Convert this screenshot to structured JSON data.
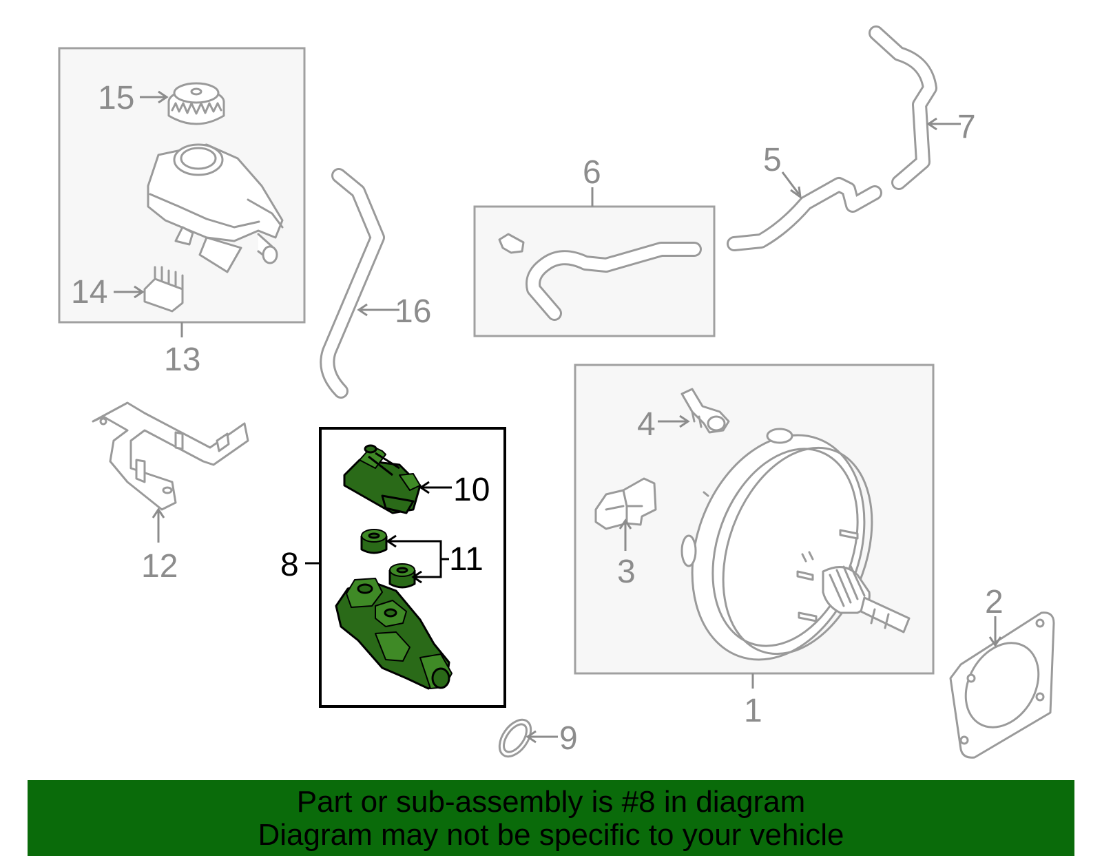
{
  "callouts": {
    "c1": "1",
    "c2": "2",
    "c3": "3",
    "c4": "4",
    "c5": "5",
    "c6": "6",
    "c7": "7",
    "c8": "8",
    "c9": "9",
    "c10": "10",
    "c11": "11",
    "c12": "12",
    "c13": "13",
    "c14": "14",
    "c15": "15",
    "c16": "16"
  },
  "highlighted_part": "8",
  "colors": {
    "highlight_fill": "#2a6a18",
    "banner": "#0a6b0a",
    "part_gray": "#9a9a9a"
  },
  "banner": {
    "line1": "Part or sub-assembly is #8 in diagram",
    "line2": "Diagram may not be specific to your vehicle"
  }
}
